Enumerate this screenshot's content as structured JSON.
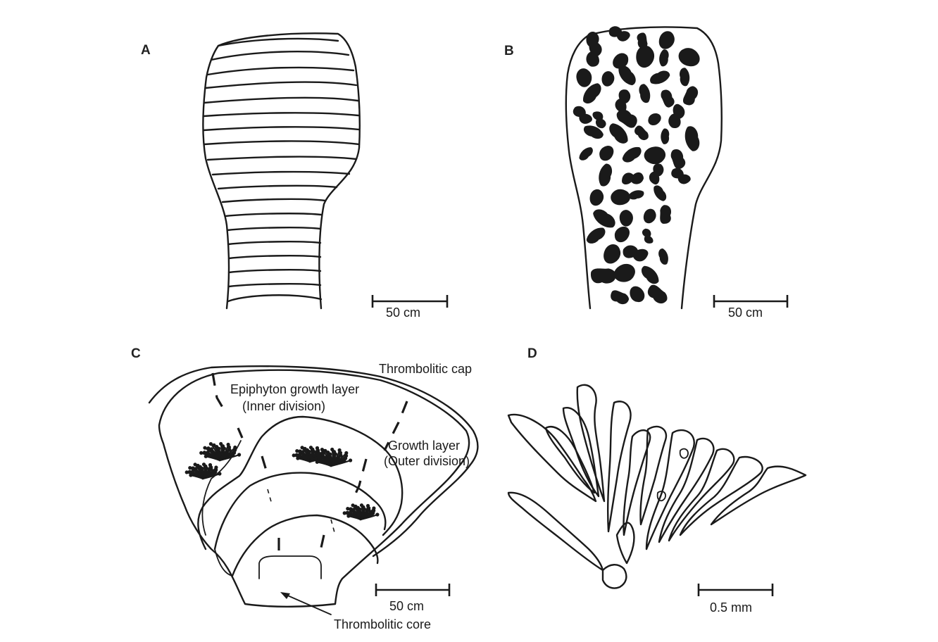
{
  "panels": {
    "a": {
      "letter": "A",
      "scale_label": "50 cm"
    },
    "b": {
      "letter": "B",
      "scale_label": "50 cm"
    },
    "c": {
      "letter": "C",
      "scale_label": "50 cm",
      "labels": {
        "thrombolitic_cap": "Thrombolitic cap",
        "epiphyton_line1": "Epiphyton growth layer",
        "epiphyton_line2": "(Inner division)",
        "growth_line1": "Growth layer",
        "growth_line2": "(Outer division)",
        "thrombolitic_core": "Thrombolitic core"
      }
    },
    "d": {
      "letter": "D",
      "scale_label": "0.5 mm"
    }
  }
}
